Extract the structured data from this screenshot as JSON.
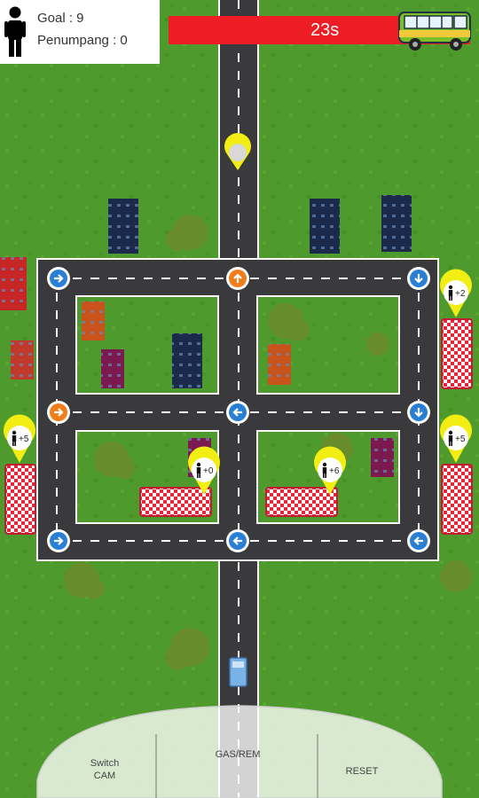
{
  "hud": {
    "goal_label": "Goal : 9",
    "passenger_label": "Penumpang : 0",
    "timer_text": "23s"
  },
  "controls": {
    "switch_cam_line1": "Switch",
    "switch_cam_line2": "CAM",
    "gas_brake": "GAS/REM",
    "reset": "RESET"
  },
  "bus_stops": [
    {
      "id": "right-top",
      "count_label": "+2"
    },
    {
      "id": "left-middle",
      "count_label": "+5"
    },
    {
      "id": "inner-left",
      "count_label": "+0"
    },
    {
      "id": "inner-right",
      "count_label": "+6"
    },
    {
      "id": "right-middle",
      "count_label": "+5"
    }
  ],
  "colors": {
    "grass": "#4f9a2c",
    "road": "#3a3a3c",
    "timer_bar": "#ee1c24",
    "arrow_blue": "#2a7fd4",
    "arrow_orange": "#ef7d1a",
    "stop_red": "#e8253b",
    "pin_yellow": "#f2ee14",
    "bus_green": "#7dbf2a"
  },
  "icons": {
    "person": "person-icon",
    "bus": "minibus-icon",
    "arrow": "direction-arrow-icon",
    "pin": "location-pin-icon"
  }
}
